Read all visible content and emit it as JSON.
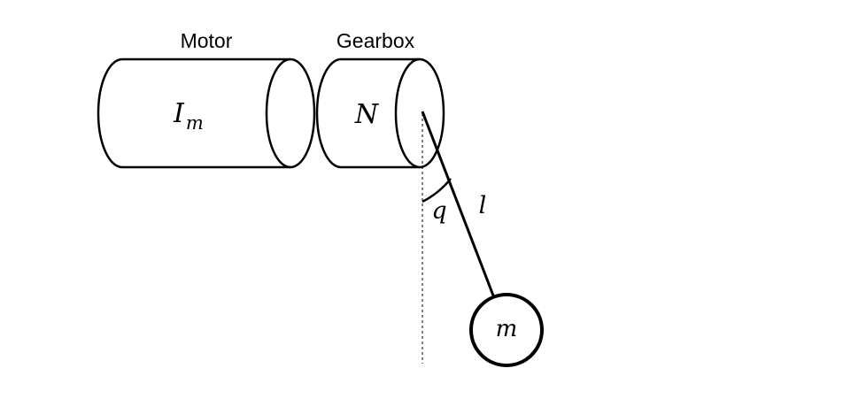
{
  "labels": {
    "motor": "Motor",
    "gearbox": "Gearbox",
    "motor_inertia": "I",
    "motor_inertia_sub": "m",
    "gear_ratio": "N",
    "angle": "q",
    "length": "l",
    "mass": "m"
  },
  "colors": {
    "stroke": "#000000",
    "background": "#ffffff"
  }
}
